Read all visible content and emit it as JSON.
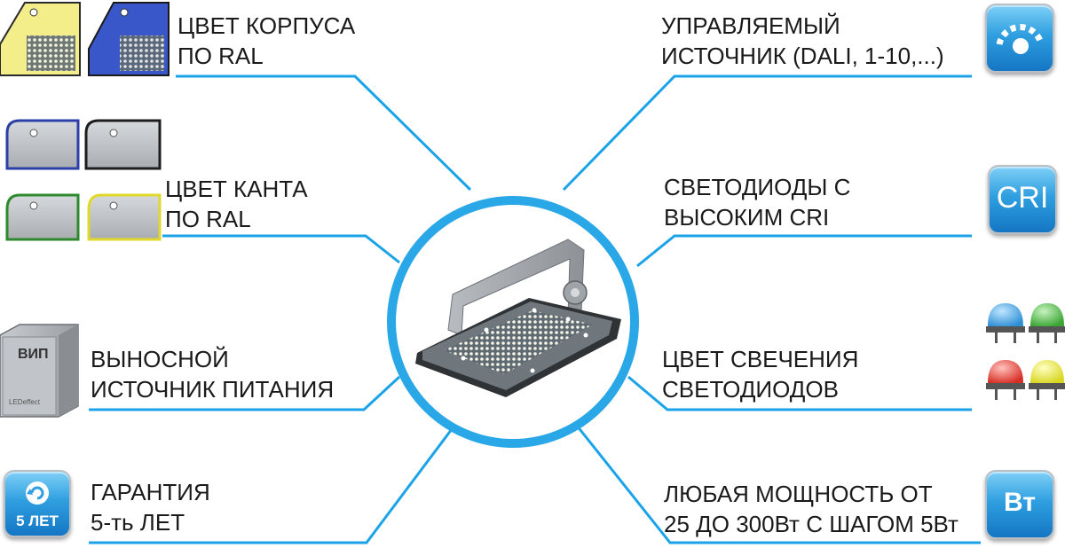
{
  "features": {
    "left": [
      {
        "line1": "ЦВЕТ КОРПУСА",
        "line2": "ПО RAL"
      },
      {
        "line1": "ЦВЕТ КАНТА",
        "line2": "ПО RAL"
      },
      {
        "line1": "ВЫНОСНОЙ",
        "line2": "ИСТОЧНИК ПИТАНИЯ"
      },
      {
        "line1": "ГАРАНТИЯ",
        "line2": "5-ть ЛЕТ"
      }
    ],
    "right": [
      {
        "line1": "УПРАВЛЯЕМЫЙ",
        "line2": "ИСТОЧНИК (DALI, 1-10,...)"
      },
      {
        "line1": "СВЕТОДИОДЫ С",
        "line2": "ВЫСОКИМ CRI"
      },
      {
        "line1": "ЦВЕТ СВЕЧЕНИЯ",
        "line2": "СВЕТОДИОДОВ"
      },
      {
        "line1": "ЛЮБАЯ МОЩНОСТЬ ОТ",
        "line2": "25 ДО 300Вт С ШАГОМ 5Вт"
      }
    ]
  },
  "icons": {
    "warranty_badge": "5 ЛЕТ",
    "cri_badge": "CRI",
    "power_badge": "Вт",
    "power_supply_box_label": "ВИП",
    "power_supply_brand": "LEDeffect"
  },
  "colors": {
    "line": "#1aa3e8",
    "ring": "#2aa7e6",
    "tile_blue": "#2f9fe0",
    "body_yellow": "#f3ee8a",
    "body_blue": "#3a57c9",
    "edge_blue": "#2b3fa8",
    "edge_black": "#1d1d1d",
    "edge_green": "#2d8a2d",
    "edge_yellow": "#e0d92a",
    "led_blue": "#3aa0e0",
    "led_green": "#43b83a",
    "led_red": "#e03a30",
    "led_yellow": "#e8e82a"
  }
}
